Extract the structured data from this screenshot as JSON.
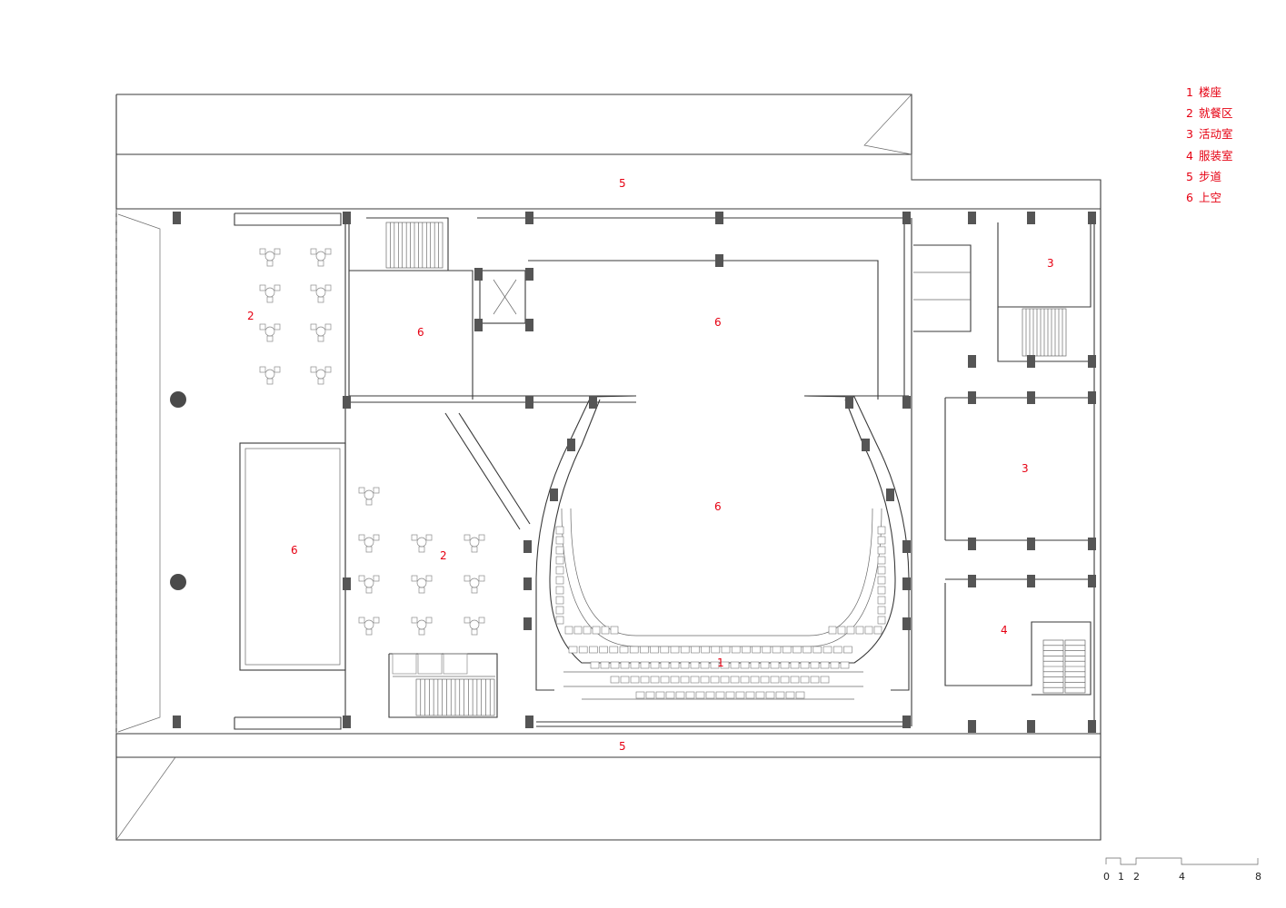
{
  "legend": [
    {
      "num": "1",
      "text": "楼座"
    },
    {
      "num": "2",
      "text": "就餐区"
    },
    {
      "num": "3",
      "text": "活动室"
    },
    {
      "num": "4",
      "text": "服装室"
    },
    {
      "num": "5",
      "text": "步道"
    },
    {
      "num": "6",
      "text": "上空"
    }
  ],
  "plan_labels": {
    "walkway_north": "5",
    "walkway_south": "5",
    "dining_north": "2",
    "dining_south": "2",
    "void_west": "6",
    "void_north_a": "6",
    "void_north_b": "6",
    "void_hall": "6",
    "balcony": "1",
    "activity_room_a": "3",
    "activity_room_b": "3",
    "costume_room": "4"
  },
  "scale_bar": {
    "ticks": [
      "0",
      "1",
      "2",
      "4",
      "8"
    ]
  },
  "colors": {
    "label": "#e60012",
    "line": "#3a3a3a",
    "column": "#555555"
  }
}
